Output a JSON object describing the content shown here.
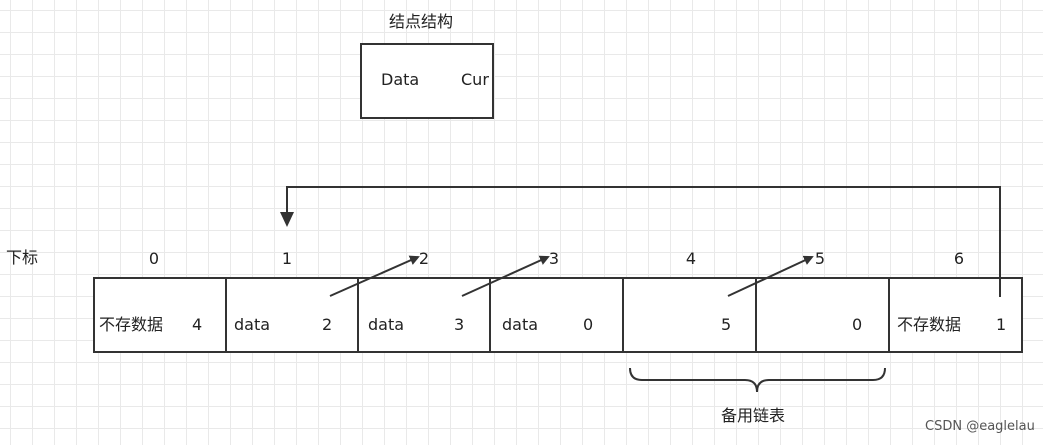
{
  "node_structure": {
    "title": "结点结构",
    "data_label": "Data",
    "cur_label": "Cur"
  },
  "index_label": "下标",
  "cells": [
    {
      "index": "0",
      "data": "不存数据",
      "cur": "4"
    },
    {
      "index": "1",
      "data": "data",
      "cur": "2"
    },
    {
      "index": "2",
      "data": "data",
      "cur": "3"
    },
    {
      "index": "3",
      "data": "data",
      "cur": "0"
    },
    {
      "index": "4",
      "data": "",
      "cur": "5"
    },
    {
      "index": "5",
      "data": "",
      "cur": "0"
    },
    {
      "index": "6",
      "data": "不存数据",
      "cur": "1"
    }
  ],
  "backup_list_label": "备用链表",
  "watermark": "CSDN @eaglelau",
  "colors": {
    "stroke": "#333333",
    "grid": "#e9e9e9",
    "background": "#ffffff"
  }
}
